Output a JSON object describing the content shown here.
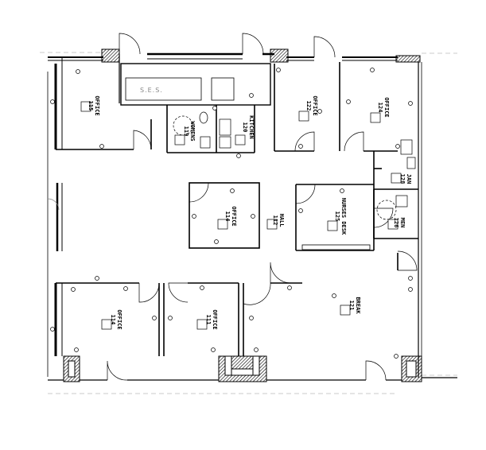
{
  "rooms": [
    {
      "id": "office-115",
      "name": "OFFICE",
      "number": "115"
    },
    {
      "id": "womens-119",
      "name": "WOMENS",
      "number": "119"
    },
    {
      "id": "kitchen-120",
      "name": "KITCHEN",
      "number": "120"
    },
    {
      "id": "office-122",
      "name": "OFFICE",
      "number": "122"
    },
    {
      "id": "office-124",
      "name": "OFFICE",
      "number": "124"
    },
    {
      "id": "jan-128",
      "name": "JAN",
      "number": "128"
    },
    {
      "id": "office-114",
      "name": "OFFICE",
      "number": "114"
    },
    {
      "id": "hall-112",
      "name": "HALL",
      "number": "112"
    },
    {
      "id": "nurses-desk-125",
      "name": "NURSES DESK",
      "number": "125"
    },
    {
      "id": "mens-126",
      "name": "MEN",
      "number": "126"
    },
    {
      "id": "office-114b",
      "name": "OFFICE",
      "number": "114"
    },
    {
      "id": "office-111",
      "name": "OFFICE",
      "number": "111"
    },
    {
      "id": "break-121",
      "name": "BREAK",
      "number": "121"
    }
  ],
  "equipment": {
    "ses_label": "S.E.S."
  }
}
